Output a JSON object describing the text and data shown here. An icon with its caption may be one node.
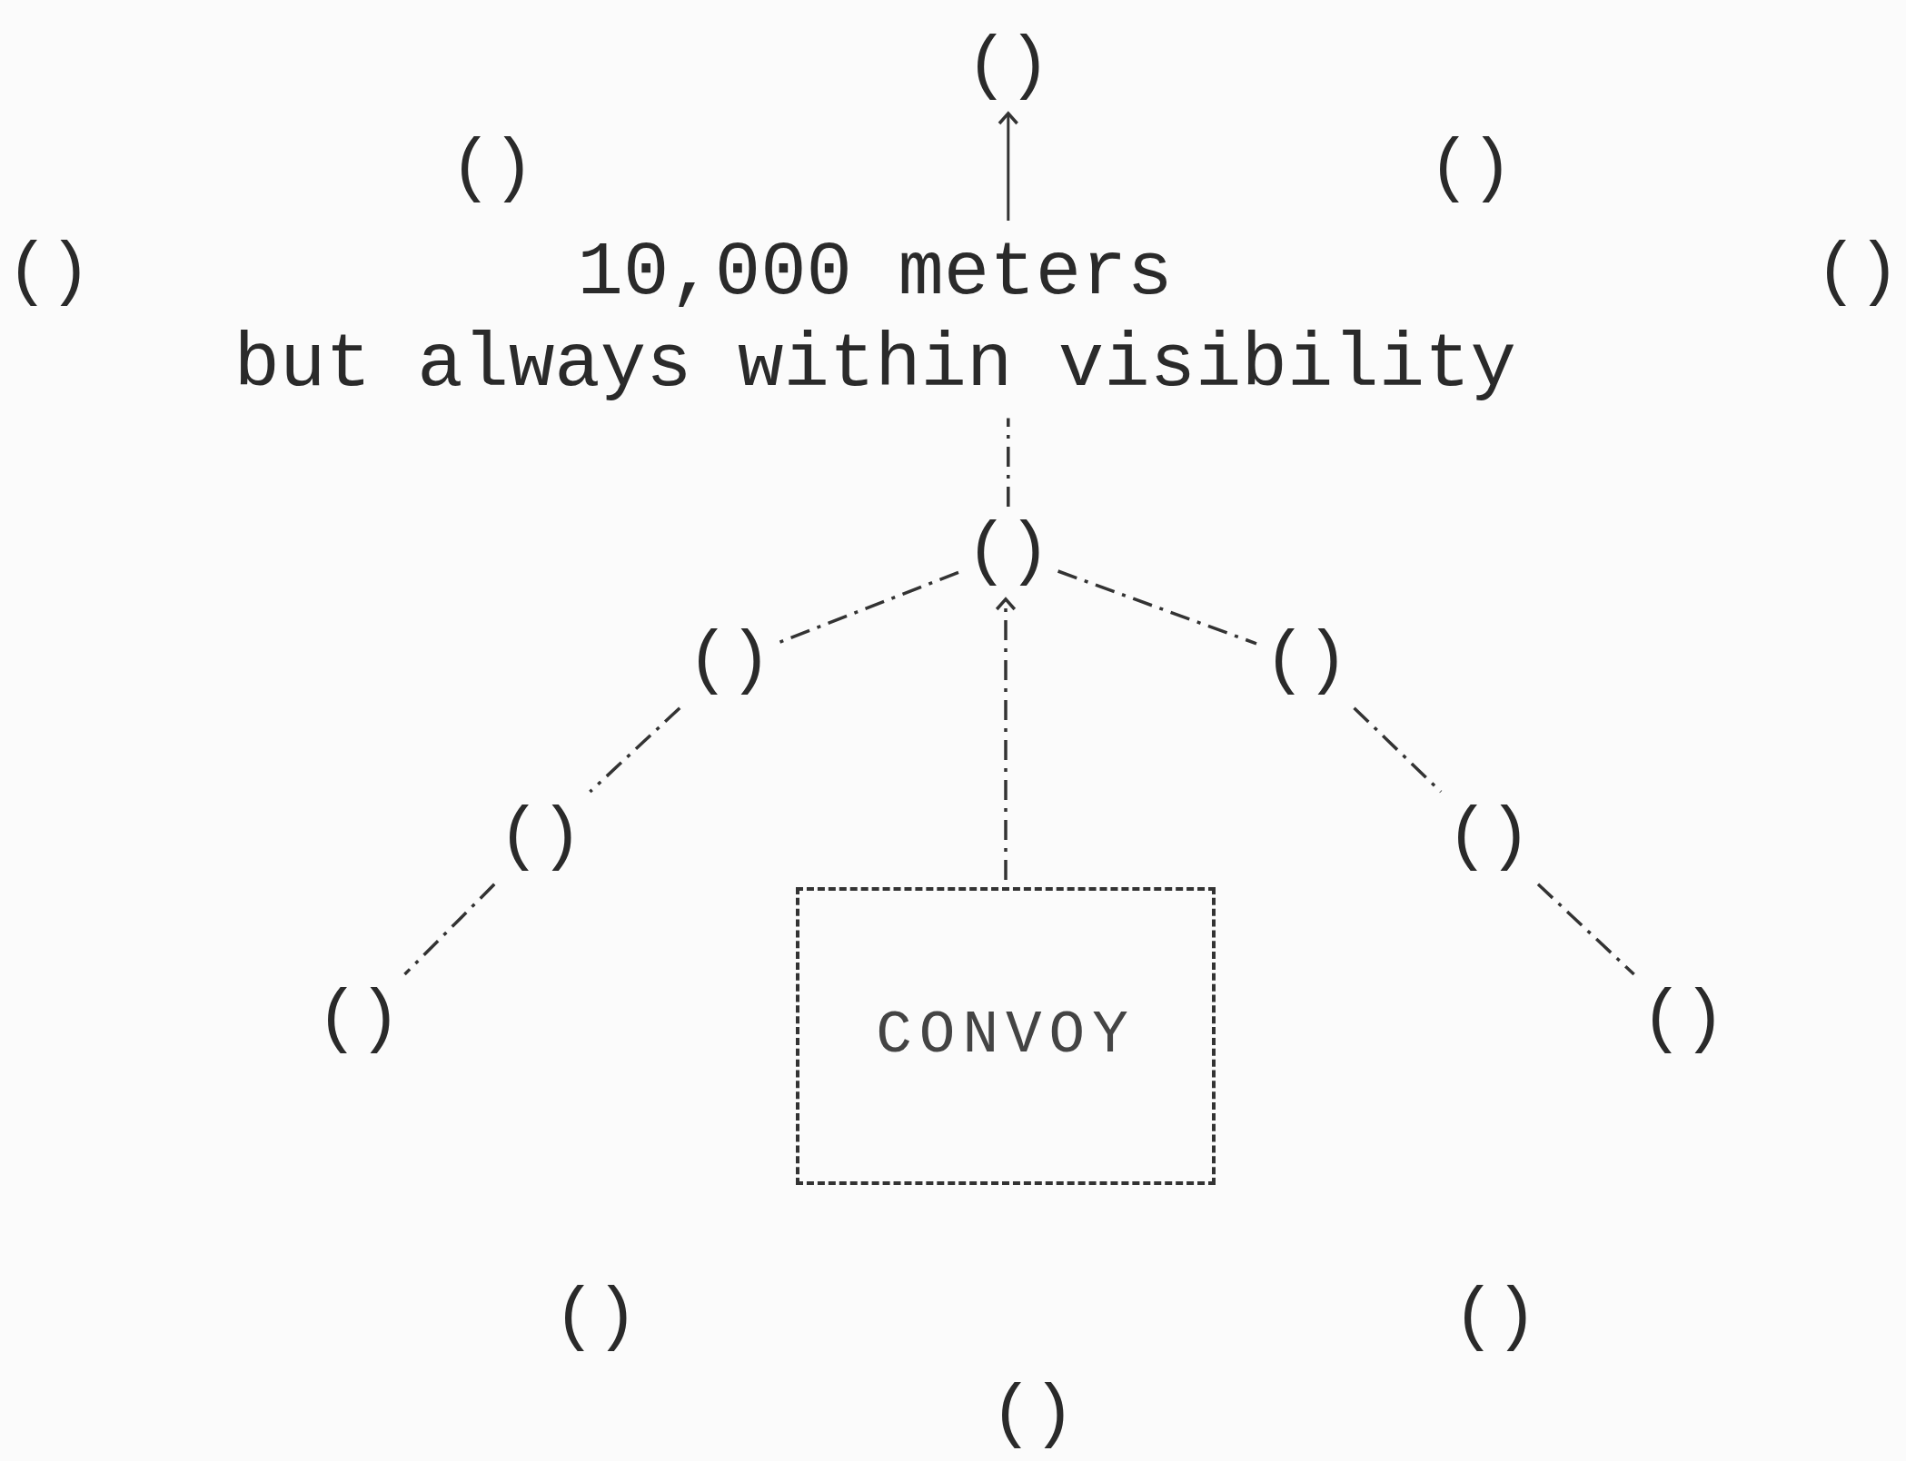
{
  "diagram": {
    "nodes": [
      {
        "text": [
          "()"
        ]
      },
      {
        "text": [
          "10,000 meters",
          "but always within visibility"
        ]
      },
      {
        "text": [
          "()"
        ]
      },
      {
        "text": [
          "()"
        ]
      },
      {
        "text": [
          "()"
        ]
      },
      {
        "text": [
          "()"
        ]
      },
      {
        "text": [
          "()"
        ]
      },
      {
        "text": [
          "()"
        ]
      },
      {
        "text": [
          "()"
        ]
      },
      {
        "text": [
          "CONVOY"
        ]
      }
    ],
    "edges": [
      {
        "from": 1,
        "to": 0,
        "arrow": "to"
      },
      {
        "from": 2,
        "to": 1,
        "arrow": "none",
        "style": "dashed"
      },
      {
        "from": 2,
        "to": 3,
        "arrow": "none",
        "style": "dashed"
      },
      {
        "from": 3,
        "to": 5,
        "arrow": "none",
        "style": "dashed"
      },
      {
        "from": 5,
        "to": 7,
        "arrow": "none",
        "style": "dashed"
      },
      {
        "from": 2,
        "to": 4,
        "arrow": "none",
        "style": "dashed"
      },
      {
        "from": 4,
        "to": 6,
        "arrow": "none",
        "style": "dashed"
      },
      {
        "from": 6,
        "to": 8,
        "arrow": "none",
        "style": "dashed"
      },
      {
        "from": 9,
        "to": 2,
        "arrow": "to",
        "style": "dashed"
      }
    ],
    "labels": [
      "()",
      "()",
      "()",
      "()",
      "()",
      "()",
      "()"
    ]
  }
}
